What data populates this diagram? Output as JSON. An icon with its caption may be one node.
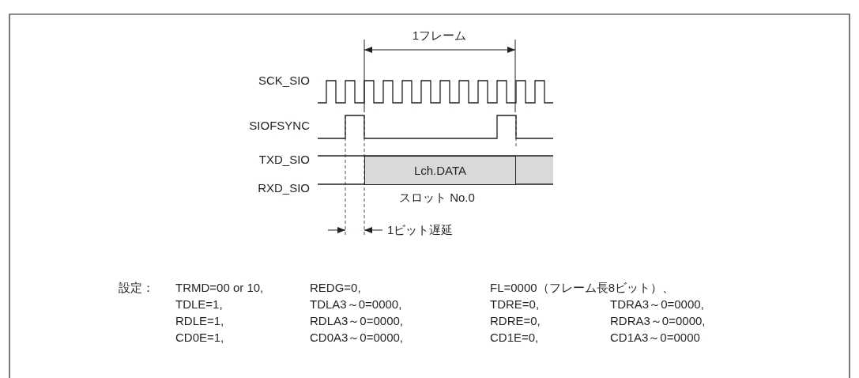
{
  "diagram": {
    "nodes": [
      {
        "text": [
          "Lch.DATA"
        ],
        "beside": [
          "スロット No.0"
        ]
      }
    ],
    "edges": [],
    "labels": [
      "1フレーム",
      "SCK_SIO",
      "SIOFSYNC",
      "TXD_SIO",
      "RXD_SIO",
      "1ビット遅延",
      "設定：",
      "TRMD=00 or 10,",
      "REDG=0,",
      "FL=0000（フレーム長8ビット）、",
      "TDLE=1,",
      "TDLA3～0=0000,",
      "TDRE=0,",
      "TDRA3～0=0000,",
      "RDLE=1,",
      "RDLA3～0=0000,",
      "RDRE=0,",
      "RDRA3～0=0000,",
      "CD0E=1,",
      "CD0A3～0=0000,",
      "CD1E=0,",
      "CD1A3～0=0000"
    ]
  }
}
